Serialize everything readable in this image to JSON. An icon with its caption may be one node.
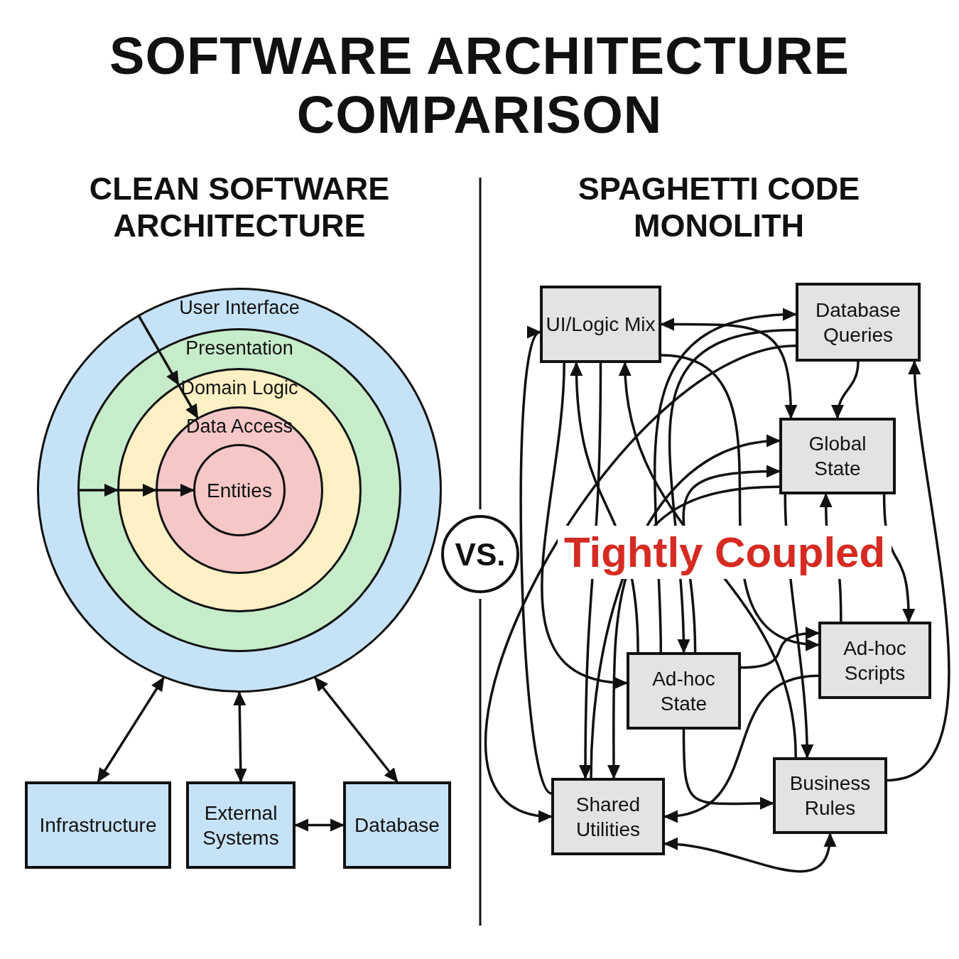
{
  "diagram": {
    "title": "SOFTWARE ARCHITECTURE COMPARISON",
    "nodes": [
      {
        "text": [
          "User Interface"
        ]
      },
      {
        "text": [
          "Presentation"
        ],
        "in": 0
      },
      {
        "text": [
          "Domain Logic"
        ],
        "in": 1
      },
      {
        "text": [
          "Data Access"
        ],
        "in": 2
      },
      {
        "text": [
          "Entities"
        ],
        "in": 3
      },
      {
        "text": [
          "Infrastructure"
        ]
      },
      {
        "text": [
          "External Systems"
        ]
      },
      {
        "text": [
          "Database"
        ]
      },
      {
        "text": [
          "VS."
        ]
      },
      {
        "text": [
          "UI/Logic Mix"
        ]
      },
      {
        "text": [
          "Database Queries"
        ]
      },
      {
        "text": [
          "Global State"
        ]
      },
      {
        "text": [
          "Ad-hoc State"
        ]
      },
      {
        "text": [
          "Ad-hoc Scripts"
        ]
      },
      {
        "text": [
          "Shared Utilities"
        ]
      },
      {
        "text": [
          "Business Rules"
        ]
      }
    ],
    "edges": [
      {
        "from": 0,
        "to": 2,
        "arrow": "to"
      },
      {
        "from": 2,
        "to": 3,
        "arrow": "to"
      },
      {
        "from": 1,
        "to": 2,
        "arrow": "to"
      },
      {
        "from": 2,
        "to": 3,
        "arrow": "to"
      },
      {
        "from": 3,
        "to": 4,
        "arrow": "to"
      },
      {
        "from": 5,
        "to": 0,
        "arrow": "both"
      },
      {
        "from": 6,
        "to": 0,
        "arrow": "both"
      },
      {
        "from": 7,
        "to": 0,
        "arrow": "both"
      },
      {
        "from": 6,
        "to": 7,
        "arrow": "both"
      },
      {
        "from": 9,
        "to": 11,
        "arrow": "both"
      },
      {
        "from": 12,
        "to": 10,
        "arrow": "to"
      },
      {
        "from": 10,
        "to": 11,
        "arrow": "to"
      },
      {
        "from": 15,
        "to": 10,
        "arrow": "to"
      },
      {
        "from": 14,
        "to": 9,
        "arrow": "to"
      },
      {
        "from": 12,
        "to": 9,
        "arrow": "to"
      },
      {
        "from": 15,
        "to": 9,
        "arrow": "to"
      },
      {
        "from": 9,
        "to": 12,
        "arrow": "to"
      },
      {
        "from": 12,
        "to": 11,
        "arrow": "to"
      },
      {
        "from": 14,
        "to": 11,
        "arrow": "to"
      },
      {
        "from": 13,
        "to": 11,
        "arrow": "to"
      },
      {
        "from": 11,
        "to": 13,
        "arrow": "to"
      },
      {
        "from": 9,
        "to": 14,
        "arrow": "to"
      },
      {
        "from": 11,
        "to": 14,
        "arrow": "to"
      },
      {
        "from": 10,
        "to": 14,
        "arrow": "to"
      },
      {
        "from": 13,
        "to": 14,
        "arrow": "to"
      },
      {
        "from": 14,
        "to": 15,
        "arrow": "both"
      },
      {
        "from": 12,
        "to": 15,
        "arrow": "to"
      },
      {
        "from": 9,
        "to": 13,
        "arrow": "to"
      },
      {
        "from": 12,
        "to": 13,
        "arrow": "to"
      },
      {
        "from": 11,
        "to": 15,
        "arrow": "to"
      },
      {
        "from": 10,
        "to": 12,
        "arrow": "to"
      }
    ],
    "labels": [
      "CLEAN SOFTWARE ARCHITECTURE",
      "SPAGHETTI CODE MONOLITH",
      "Tightly Coupled"
    ]
  }
}
